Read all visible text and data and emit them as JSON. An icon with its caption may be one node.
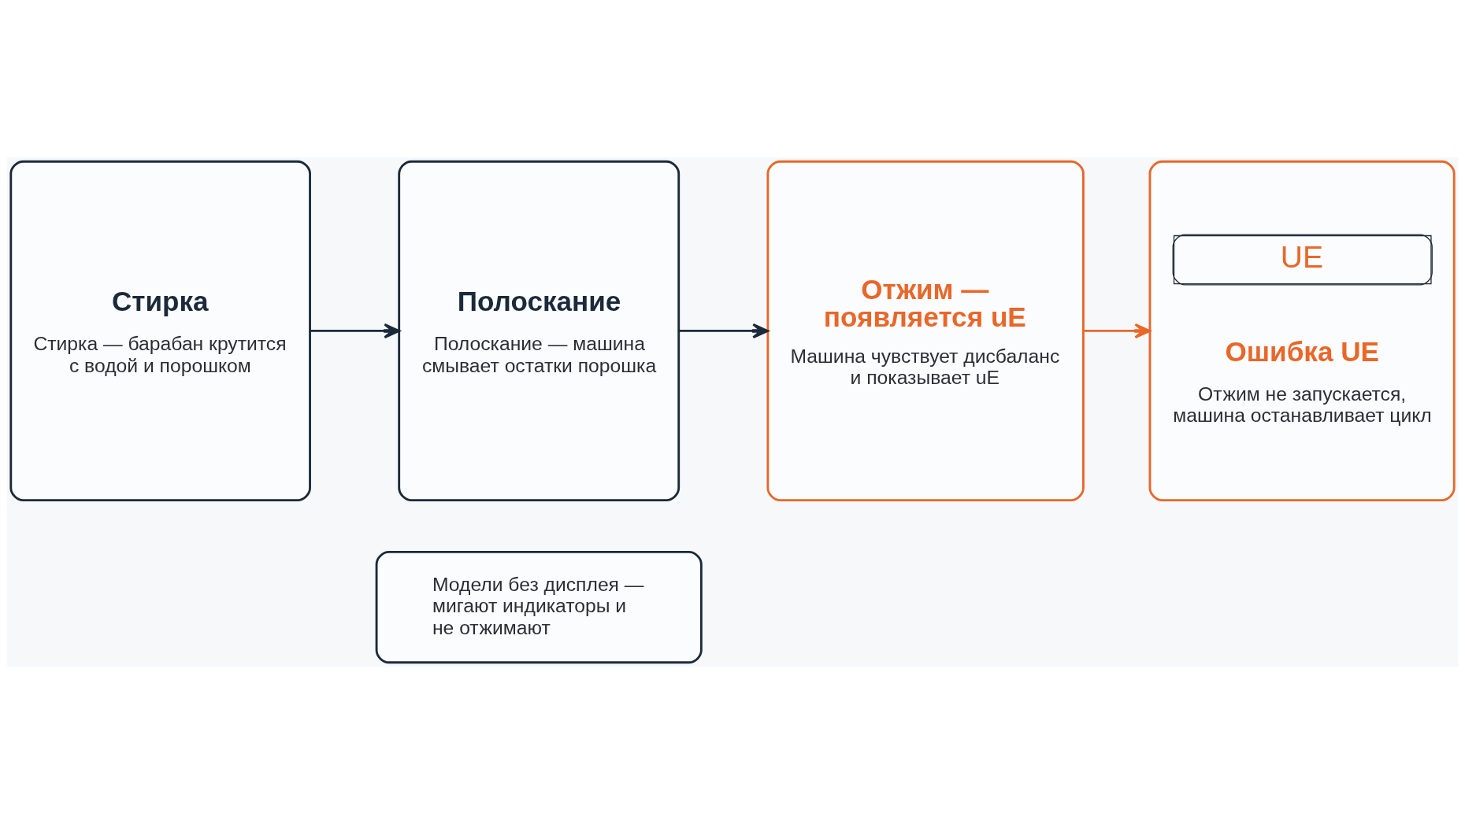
{
  "diagram": {
    "nodes": [
      {
        "text": [
          "Стирка",
          "Стирка — барабан крутится с водой и порошком"
        ]
      },
      {
        "text": [
          "Полоскание",
          "Полоскание — машина смывает остатки порошка"
        ]
      },
      {
        "text": [
          "Отжим — появляется uE",
          "Машина чувствует дисбаланс и показывает uE"
        ]
      },
      {
        "text": [
          "UE",
          "Ошибка UE",
          "Отжим не запускается, машина останавливает цикл"
        ]
      },
      {
        "text": [
          "Модели без дисплея — мигают индикаторы и не отжимают"
        ]
      }
    ],
    "edges": [
      {
        "from": 0,
        "to": 1,
        "arrow": "to"
      },
      {
        "from": 1,
        "to": 2,
        "arrow": "to"
      },
      {
        "from": 2,
        "to": 3,
        "arrow": "to",
        "color": "#e8672a"
      }
    ]
  }
}
